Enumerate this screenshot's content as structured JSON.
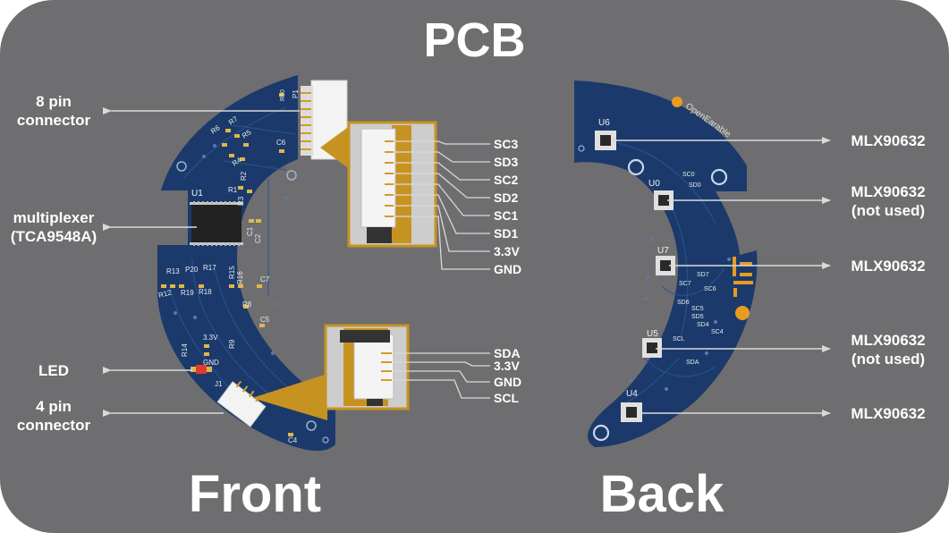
{
  "title": "PCB",
  "front": {
    "heading": "Front",
    "labels": {
      "connector8": [
        "8 pin",
        "connector"
      ],
      "mux": [
        "multiplexer",
        "(TCA9548A)"
      ],
      "led": "LED",
      "connector4": [
        "4 pin",
        "connector"
      ]
    },
    "pins_top": [
      "SC3",
      "SD3",
      "SC2",
      "SD2",
      "SC1",
      "SD1",
      "3.3V",
      "GND"
    ],
    "pins_bottom": [
      "SDA",
      "3.3V",
      "GND",
      "SCL"
    ],
    "silk": {
      "u1": "U1",
      "p1": "P1",
      "r10": "R10",
      "c6": "C6",
      "c7": "C7",
      "c5": "C5",
      "c4": "C4",
      "r1": "R1",
      "r2": "R2",
      "r3": "R3",
      "r7": "R7",
      "r5": "R5",
      "r4": "R4",
      "r6": "R6",
      "r13": "R13",
      "p20": "P20",
      "r17": "R17",
      "r12": "R12",
      "r19": "R19",
      "r18": "R18",
      "r15": "R15",
      "r16": "R16",
      "r8": "R8",
      "r9": "R9",
      "r14": "R14",
      "c1": "C1",
      "c2": "C2",
      "v33": "3.3V",
      "gnd": "GND",
      "j1": "J1"
    }
  },
  "back": {
    "heading": "Back",
    "labels": {
      "u6": "MLX90632",
      "u0": [
        "MLX90632",
        "(not used)"
      ],
      "u7": "MLX90632",
      "u5": [
        "MLX90632",
        "(not used)"
      ],
      "u4": "MLX90632"
    },
    "silk": {
      "u6": "U6",
      "u0": "U0",
      "u7": "U7",
      "u5": "U5",
      "u4": "U4",
      "brand": "OpenEarable",
      "sc0": "SC0",
      "sd0": "SD0",
      "sd7": "SD7",
      "sc7": "SC7",
      "sc6": "SC6",
      "sd6": "SD6",
      "sc5": "SC5",
      "sd5": "SD5",
      "sd4": "SD4",
      "sc4": "SC4",
      "scl": "SCL",
      "sda": "SDA"
    }
  },
  "colors": {
    "background": "#6e6e70",
    "pcb": "#1b3a6b",
    "zoom_frame": "#c79320",
    "text": "#ffffff",
    "leader": "#d9d9d9"
  }
}
